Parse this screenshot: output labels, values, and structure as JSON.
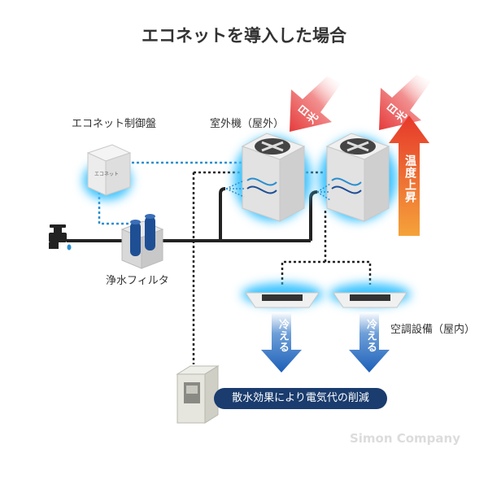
{
  "title": "エコネットを導入した場合",
  "labels": {
    "control_panel": "エコネット制御盤",
    "outdoor_unit": "室外機（屋外）",
    "filter": "浄水フィルタ",
    "indoor_ac": "空調設備（屋内）",
    "control_box_text": "エコネット"
  },
  "sunlight": [
    "日光",
    "日光"
  ],
  "temperature": "温度上昇",
  "cooling": [
    "冷える",
    "冷える"
  ],
  "benefit": "散水効果により電気代の削減",
  "watermark": "Simon Company",
  "colors": {
    "pipe": "#222222",
    "glow": "#3fc4ff",
    "sun_red": "#e63a3a",
    "heat_orange": "#f07a1e",
    "cool_blue": "#1d5fb8",
    "banner": "#1a3c6e"
  }
}
